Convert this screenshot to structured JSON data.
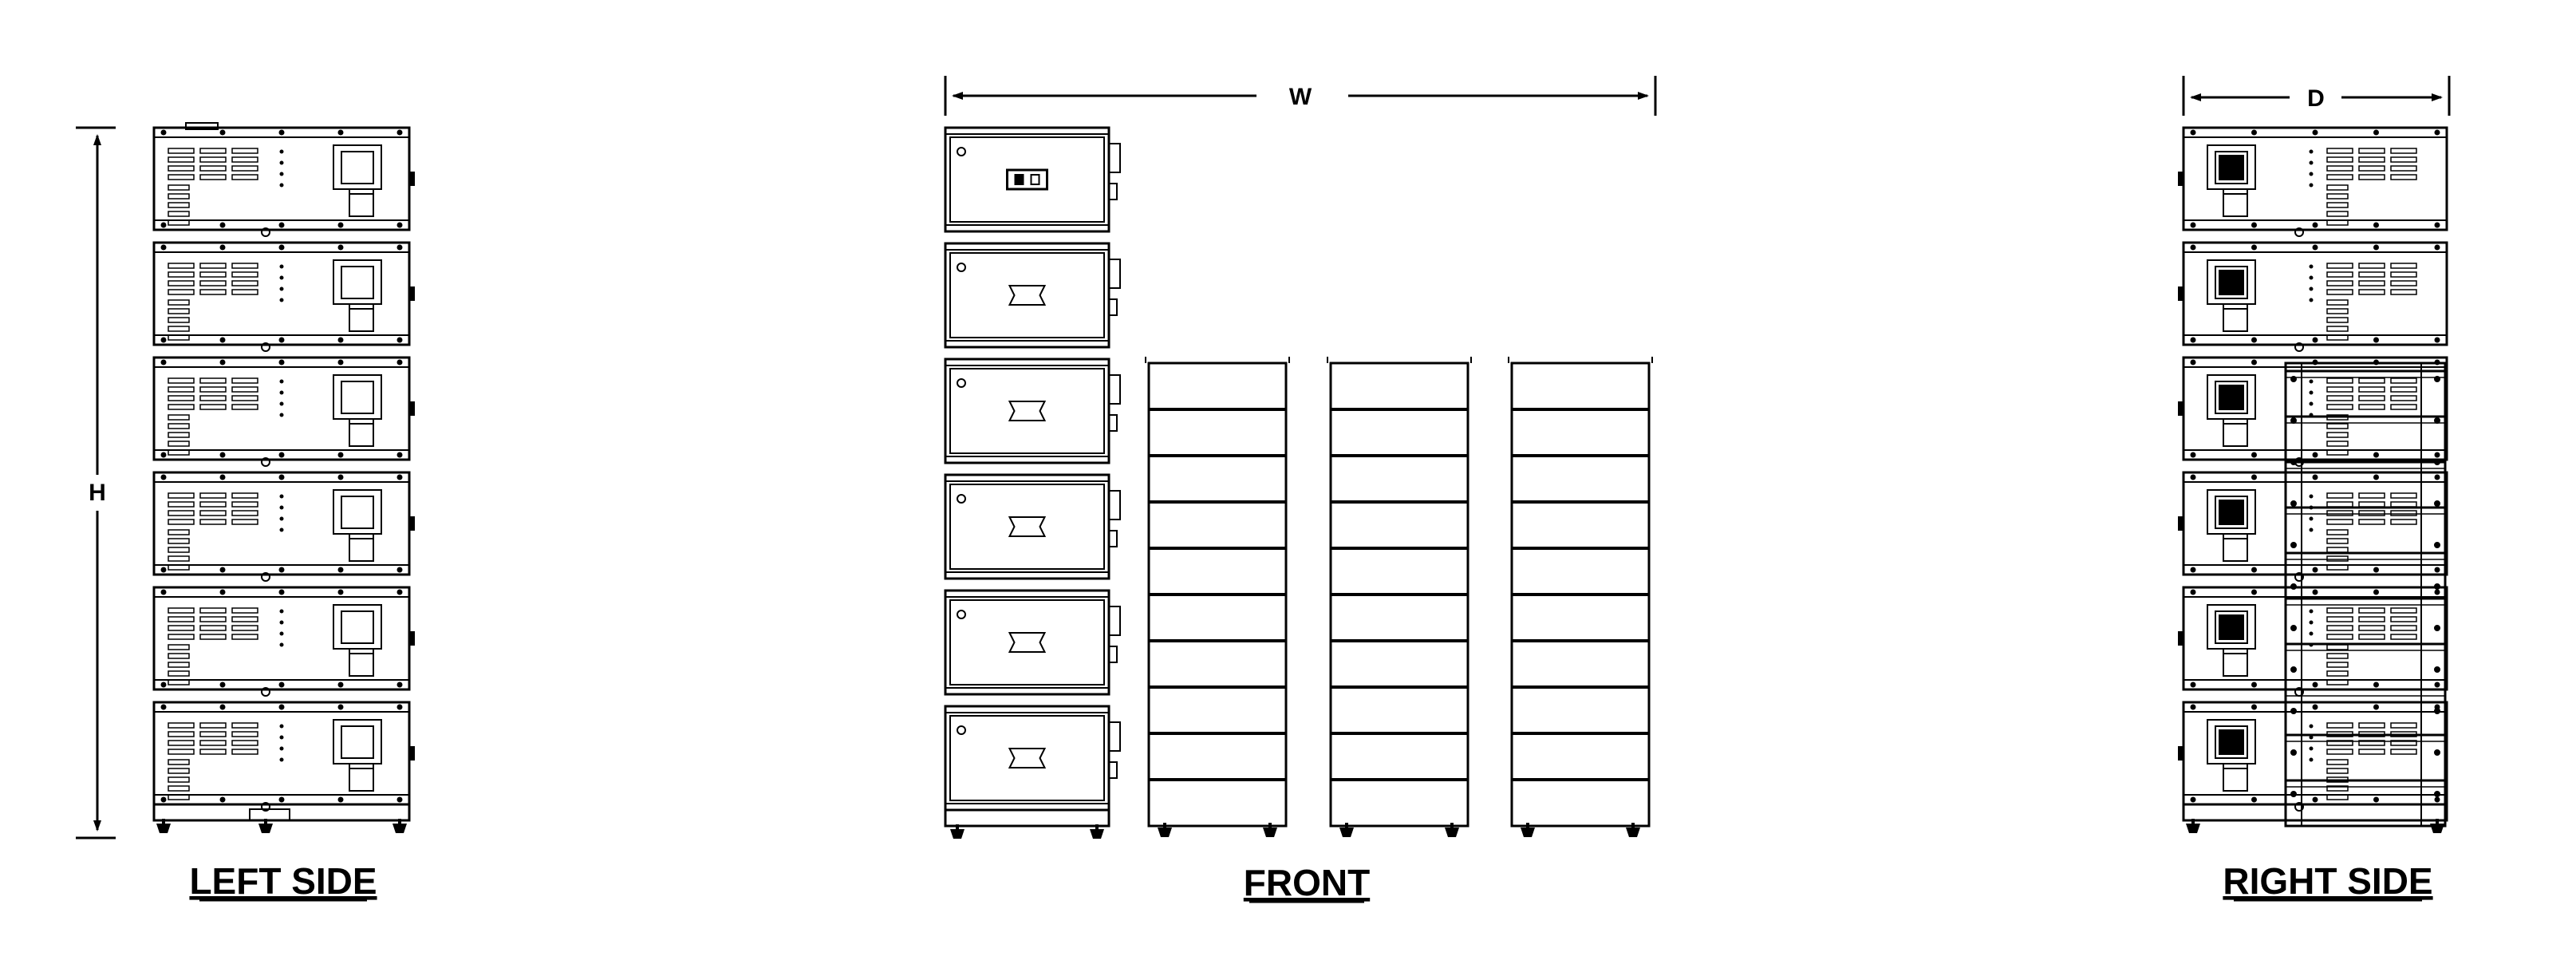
{
  "views": {
    "left": {
      "caption": "LEFT SIDE",
      "dimension": "H",
      "module_count": 6
    },
    "front": {
      "caption": "FRONT",
      "dimension": "W",
      "module_count": 6,
      "rack_count": 3,
      "rack_shelves": 10
    },
    "right": {
      "caption": "RIGHT SIDE",
      "dimension": "D",
      "module_count": 6
    }
  },
  "colors": {
    "line": "#000000",
    "background": "#ffffff"
  }
}
